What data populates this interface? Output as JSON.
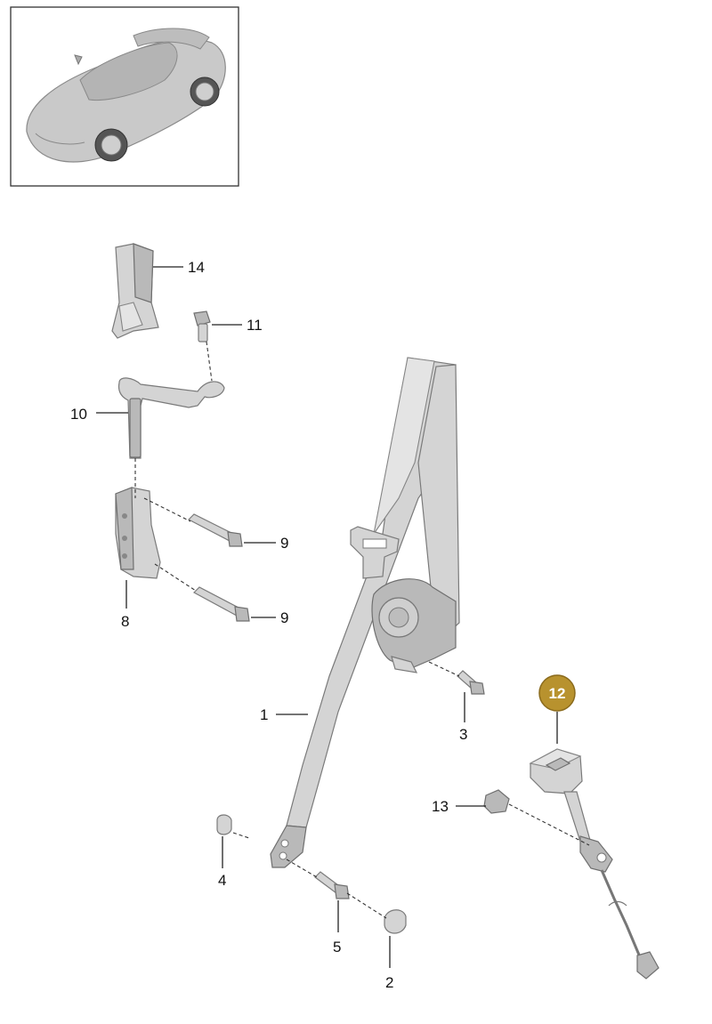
{
  "callouts": {
    "c1": "1",
    "c2": "2",
    "c3": "3",
    "c4": "4",
    "c5": "5",
    "c8": "8",
    "c9a": "9",
    "c9b": "9",
    "c10": "10",
    "c11": "11",
    "c12": "12",
    "c13": "13",
    "c14": "14"
  },
  "colors": {
    "highlight_fill": "#b8922e",
    "highlight_stroke": "#8a6a1c",
    "part_gray": "#d4d4d4"
  }
}
